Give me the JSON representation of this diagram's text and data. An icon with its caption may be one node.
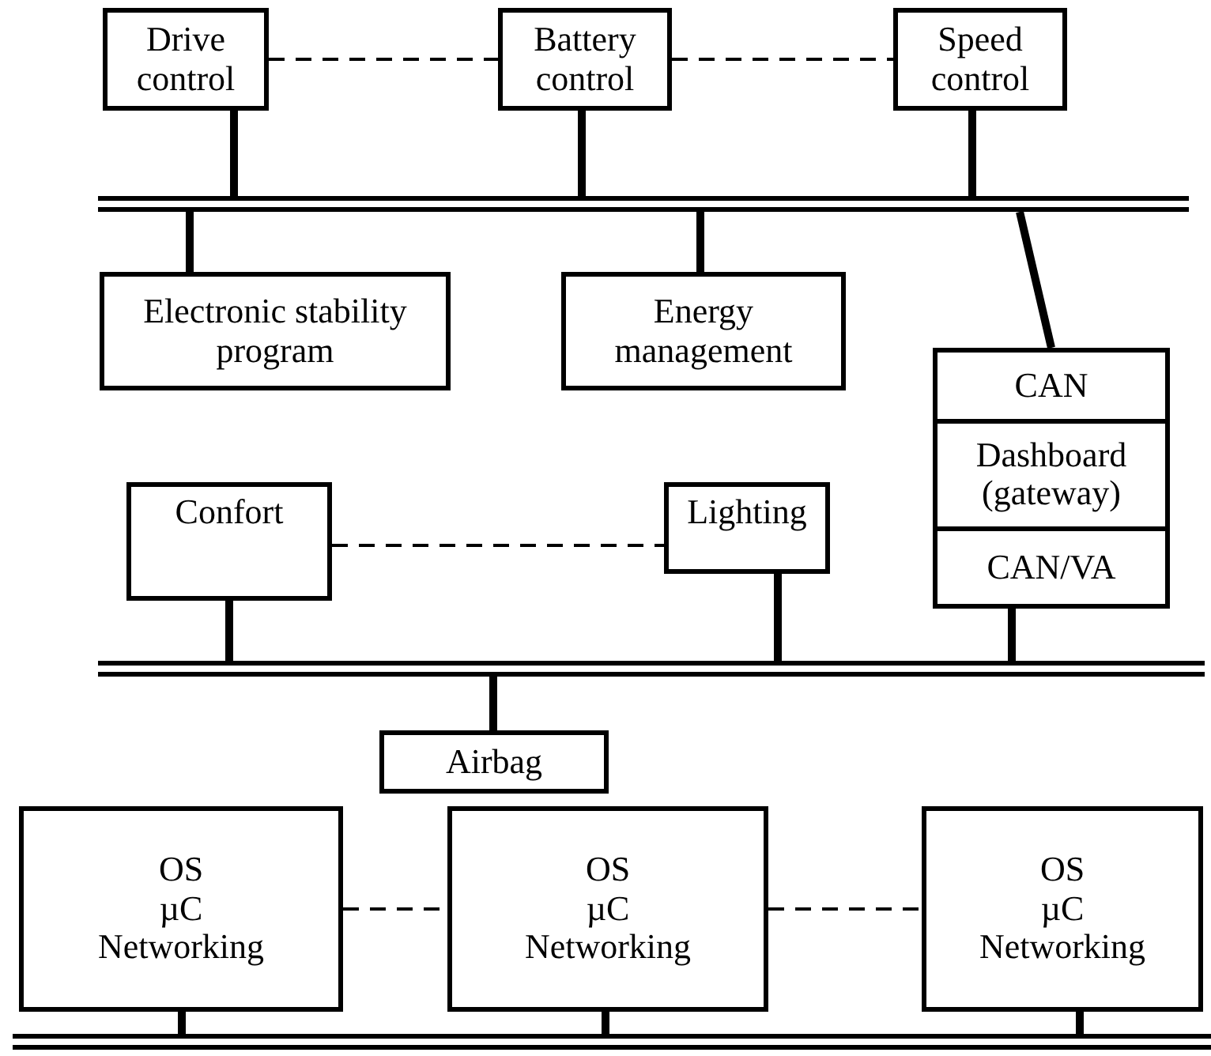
{
  "diagram": {
    "nodes": [
      {
        "text": [
          "Drive control"
        ]
      },
      {
        "text": [
          "Battery control"
        ]
      },
      {
        "text": [
          "Speed control"
        ]
      },
      {
        "text": [],
        "shape": "bar"
      },
      {
        "text": [
          "Electronic stability program"
        ]
      },
      {
        "text": [
          "Energy management"
        ]
      },
      {
        "text": [
          "CAN",
          "Dashboard (gateway)",
          "CAN/VA"
        ]
      },
      {
        "text": [
          "Confort"
        ]
      },
      {
        "text": [
          "Lighting"
        ]
      },
      {
        "text": [],
        "shape": "bar"
      },
      {
        "text": [
          "Airbag"
        ]
      },
      {
        "text": [
          "OS",
          "µC",
          "Networking"
        ]
      },
      {
        "text": [
          "OS",
          "µC",
          "Networking"
        ]
      },
      {
        "text": [
          "OS",
          "µC",
          "Networking"
        ]
      },
      {
        "text": [],
        "shape": "bar"
      }
    ],
    "edges": [
      {
        "from": 0,
        "to": 3,
        "arrow": "none"
      },
      {
        "from": 1,
        "to": 3,
        "arrow": "none"
      },
      {
        "from": 2,
        "to": 3,
        "arrow": "none"
      },
      {
        "from": 0,
        "to": 1,
        "arrow": "none",
        "style": "dashed"
      },
      {
        "from": 1,
        "to": 2,
        "arrow": "none",
        "style": "dashed"
      },
      {
        "from": 4,
        "to": 3,
        "arrow": "none"
      },
      {
        "from": 5,
        "to": 3,
        "arrow": "none"
      },
      {
        "from": 6,
        "to": 3,
        "arrow": "none"
      },
      {
        "from": 7,
        "to": 8,
        "arrow": "none",
        "style": "dashed"
      },
      {
        "from": 7,
        "to": 9,
        "arrow": "none"
      },
      {
        "from": 8,
        "to": 9,
        "arrow": "none"
      },
      {
        "from": 6,
        "to": 9,
        "arrow": "none"
      },
      {
        "from": 9,
        "to": 10,
        "arrow": "none"
      },
      {
        "from": 11,
        "to": 12,
        "arrow": "none",
        "style": "dashed"
      },
      {
        "from": 12,
        "to": 13,
        "arrow": "none",
        "style": "dashed"
      },
      {
        "from": 11,
        "to": 14,
        "arrow": "none"
      },
      {
        "from": 12,
        "to": 14,
        "arrow": "none"
      },
      {
        "from": 13,
        "to": 14,
        "arrow": "none"
      }
    ]
  }
}
